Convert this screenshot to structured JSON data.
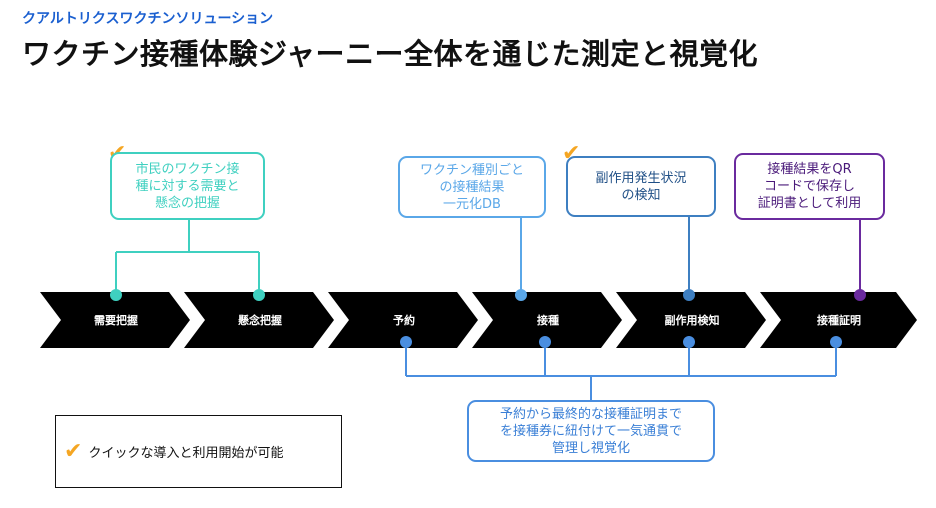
{
  "header": {
    "subtitle": "クアルトリクスワクチンソリューション",
    "title": "ワクチン接種体験ジャーニー全体を通じた測定と視覚化"
  },
  "steps": [
    {
      "label": "需要把握"
    },
    {
      "label": "懸念把握"
    },
    {
      "label": "予約"
    },
    {
      "label": "接種"
    },
    {
      "label": "副作用検知"
    },
    {
      "label": "接種証明"
    }
  ],
  "callouts": {
    "demand": "市民のワクチン接\n種に対する需要と\n懸念の把握",
    "results": "ワクチン種別ごと\nの接種結果\n一元化DB",
    "side_effects": "副作用発生状況\nの検知",
    "qr": "接種結果をQR\nコードで保存し\n証明書として利用",
    "bottom": "予約から最終的な接種証明まで\nを接種券に紐付けて一気通貫で\n管理し視覚化"
  },
  "note": {
    "text": "クイックな導入と利用開始が可能"
  },
  "icons": {
    "check": "✔"
  },
  "colors": {
    "teal": "#3fd0c0",
    "blue": "#5aa7e8",
    "steel": "#3e7fc1",
    "purple": "#6a2a9e",
    "bottom_blue": "#4a8ee0",
    "check": "#f5a623",
    "arrow": "#000000"
  }
}
